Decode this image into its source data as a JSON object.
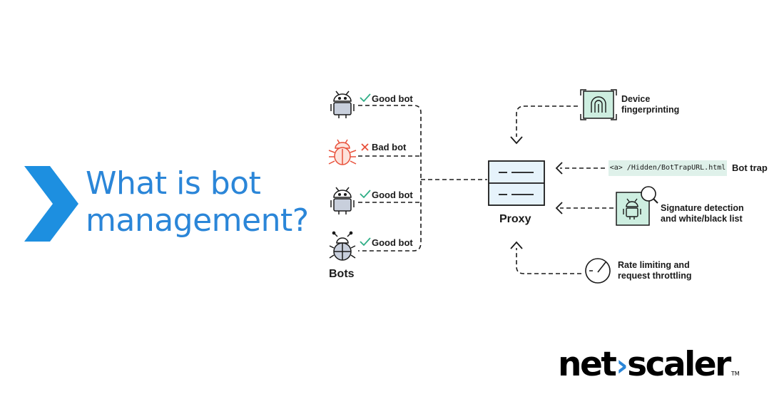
{
  "title": {
    "line1": "What is bot",
    "line2": "management?"
  },
  "bots": {
    "heading": "Bots",
    "items": [
      {
        "label": "Good bot",
        "status": "good",
        "icon": "robot-icon"
      },
      {
        "label": "Bad bot",
        "status": "bad",
        "icon": "bug-icon"
      },
      {
        "label": "Good bot",
        "status": "good",
        "icon": "robot-icon"
      },
      {
        "label": "Good bot",
        "status": "good",
        "icon": "beetle-icon"
      }
    ]
  },
  "proxy": {
    "label": "Proxy"
  },
  "techniques": {
    "fingerprint": {
      "line1": "Device",
      "line2": "fingerprinting",
      "icon": "fingerprint-icon"
    },
    "bot_trap": {
      "code": "<a> /Hidden/BotTrapURL.html",
      "label": "Bot trap"
    },
    "signature": {
      "line1": "Signature detection",
      "line2": "and white/black list",
      "icon": "magnifier-robot-icon"
    },
    "rate_limit": {
      "line1": "Rate limiting and",
      "line2": "request throttling",
      "icon": "gauge-icon"
    }
  },
  "brand": {
    "pre": "net",
    "post": "scaler",
    "tm": "TM"
  },
  "colors": {
    "accent_blue": "#2b86d8",
    "chevron_blue": "#1d8fe0",
    "good_green": "#2fae86",
    "bad_red": "#e8503a",
    "mint": "#cdeee0",
    "proxy_fill": "#e6f3fb"
  }
}
